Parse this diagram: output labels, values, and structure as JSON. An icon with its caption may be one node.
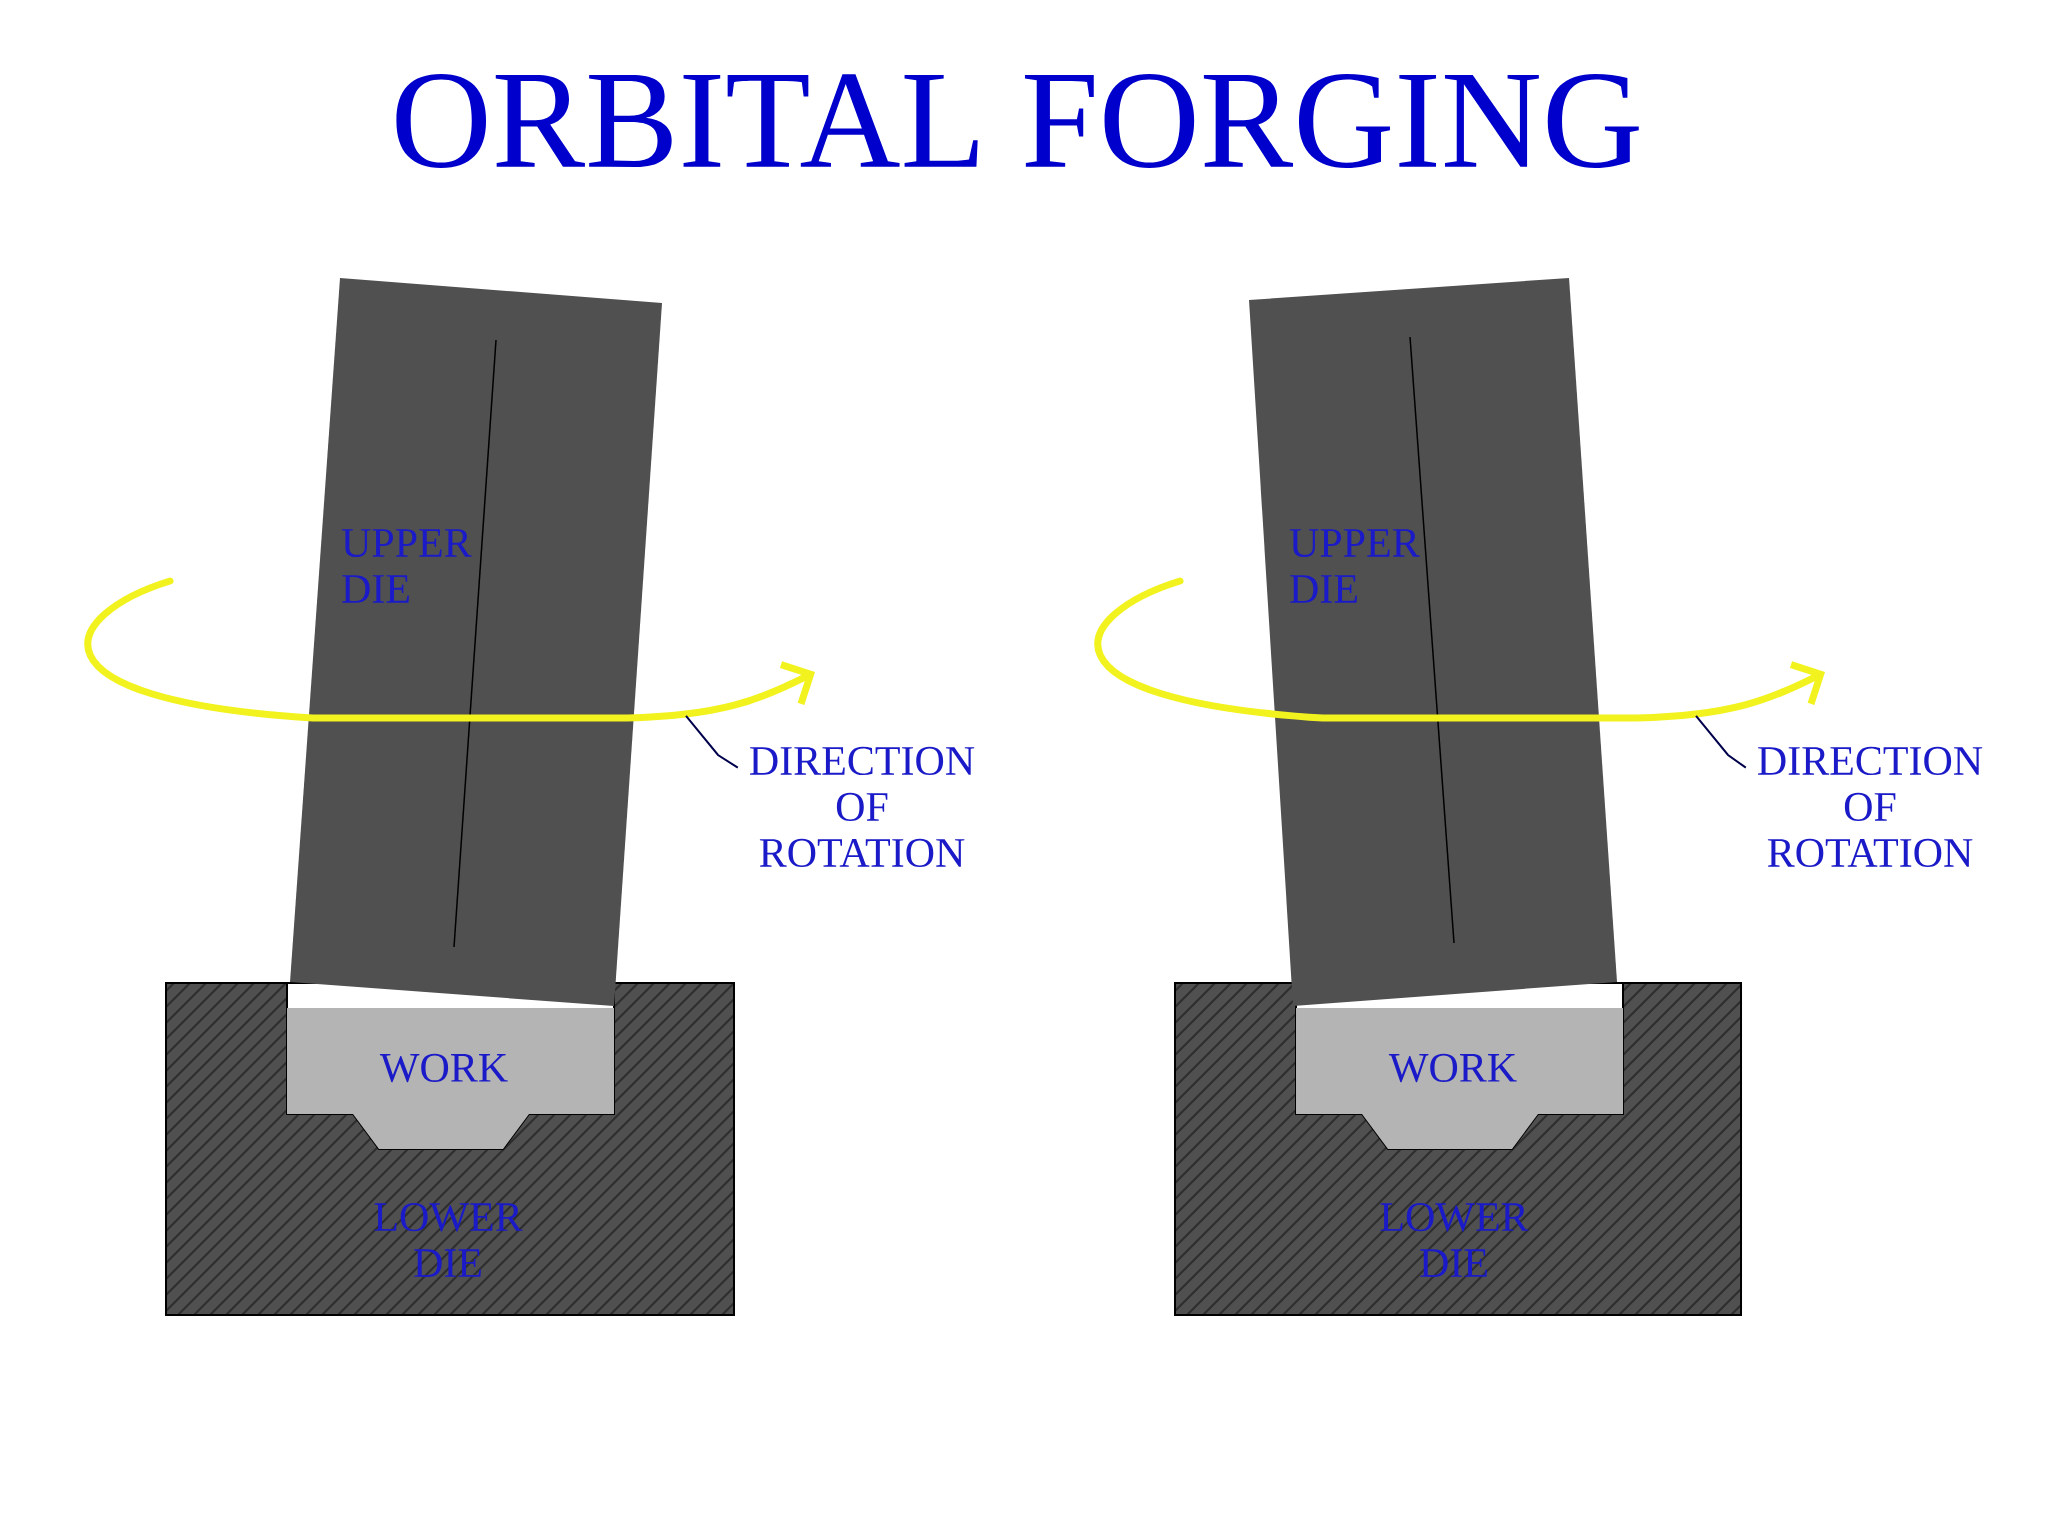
{
  "diagram": {
    "title": "ORBITAL FORGING",
    "nodes": [
      {
        "text": [
          "UPPER DIE"
        ]
      },
      {
        "text": [
          "LOWER DIE"
        ]
      },
      {
        "text": [
          "WORK"
        ],
        "in": 1
      },
      {
        "text": [
          "DIRECTION OF ROTATION"
        ]
      },
      {
        "text": [
          "UPPER DIE"
        ]
      },
      {
        "text": [
          "LOWER DIE"
        ]
      },
      {
        "text": [
          "WORK"
        ],
        "in": 5
      },
      {
        "text": [
          "DIRECTION OF ROTATION"
        ]
      }
    ],
    "edges": [
      {
        "from": 3,
        "to": null,
        "arrow": "none"
      },
      {
        "from": 7,
        "to": null,
        "arrow": "none"
      }
    ]
  }
}
